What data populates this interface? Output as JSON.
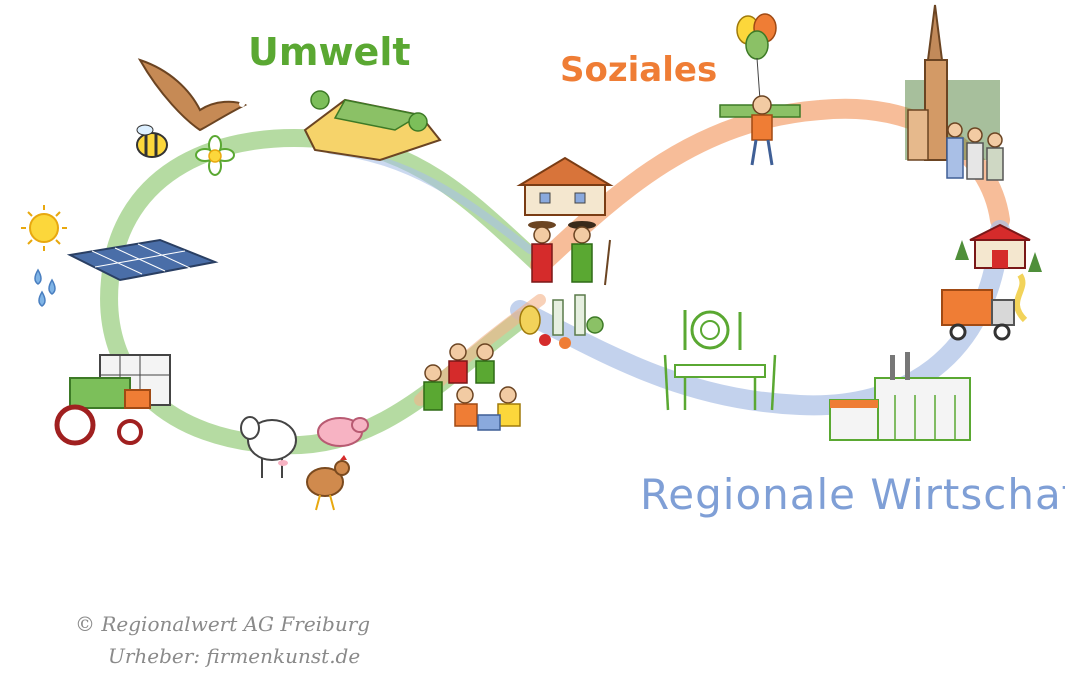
{
  "labels": {
    "umwelt": "Umwelt",
    "soziales": "Soziales",
    "regionale_wirtschaft": "Regionale Wirtschaft"
  },
  "credits": {
    "copyright": "© Regionalwert AG Freiburg",
    "author": "Urheber: firmenkunst.de"
  },
  "colors": {
    "umwelt": "#5aa832",
    "soziales": "#ef7d35",
    "wirtschaft": "#7f9fd6",
    "credit": "#8a8a8a"
  }
}
